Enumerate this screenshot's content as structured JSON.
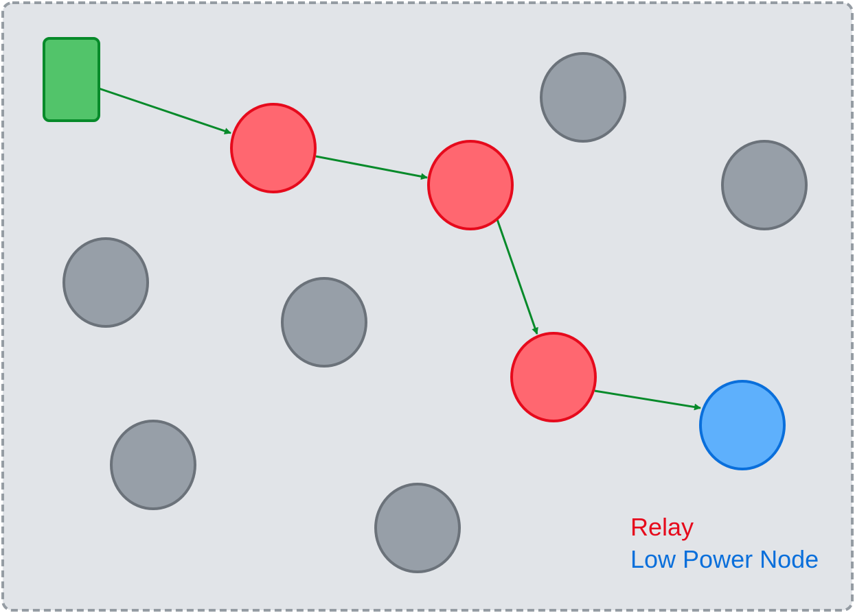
{
  "colors": {
    "background": "#e1e4e8",
    "border": "#959ca3",
    "source_fill": "#52c46a",
    "source_stroke": "#078a2a",
    "relay_fill": "#ff6770",
    "relay_stroke": "#e60a1c",
    "lpn_fill": "#5eb0fc",
    "lpn_stroke": "#0a6fdb",
    "idle_fill": "#979fa8",
    "idle_stroke": "#6b727a",
    "arrow": "#078a2a"
  },
  "legend": {
    "relay_label": "Relay",
    "lpn_label": "Low Power Node"
  },
  "nodes": [
    {
      "id": "source",
      "role": "source"
    },
    {
      "id": "relay-1",
      "role": "relay"
    },
    {
      "id": "relay-2",
      "role": "relay"
    },
    {
      "id": "relay-3",
      "role": "relay"
    },
    {
      "id": "low-power-node",
      "role": "low-power-node"
    },
    {
      "id": "idle-1",
      "role": "node"
    },
    {
      "id": "idle-2",
      "role": "node"
    },
    {
      "id": "idle-3",
      "role": "node"
    },
    {
      "id": "idle-4",
      "role": "node"
    },
    {
      "id": "idle-5",
      "role": "node"
    },
    {
      "id": "idle-6",
      "role": "node"
    }
  ],
  "edges": [
    {
      "from": "source",
      "to": "relay-1"
    },
    {
      "from": "relay-1",
      "to": "relay-2"
    },
    {
      "from": "relay-2",
      "to": "relay-3"
    },
    {
      "from": "relay-3",
      "to": "low-power-node"
    }
  ]
}
